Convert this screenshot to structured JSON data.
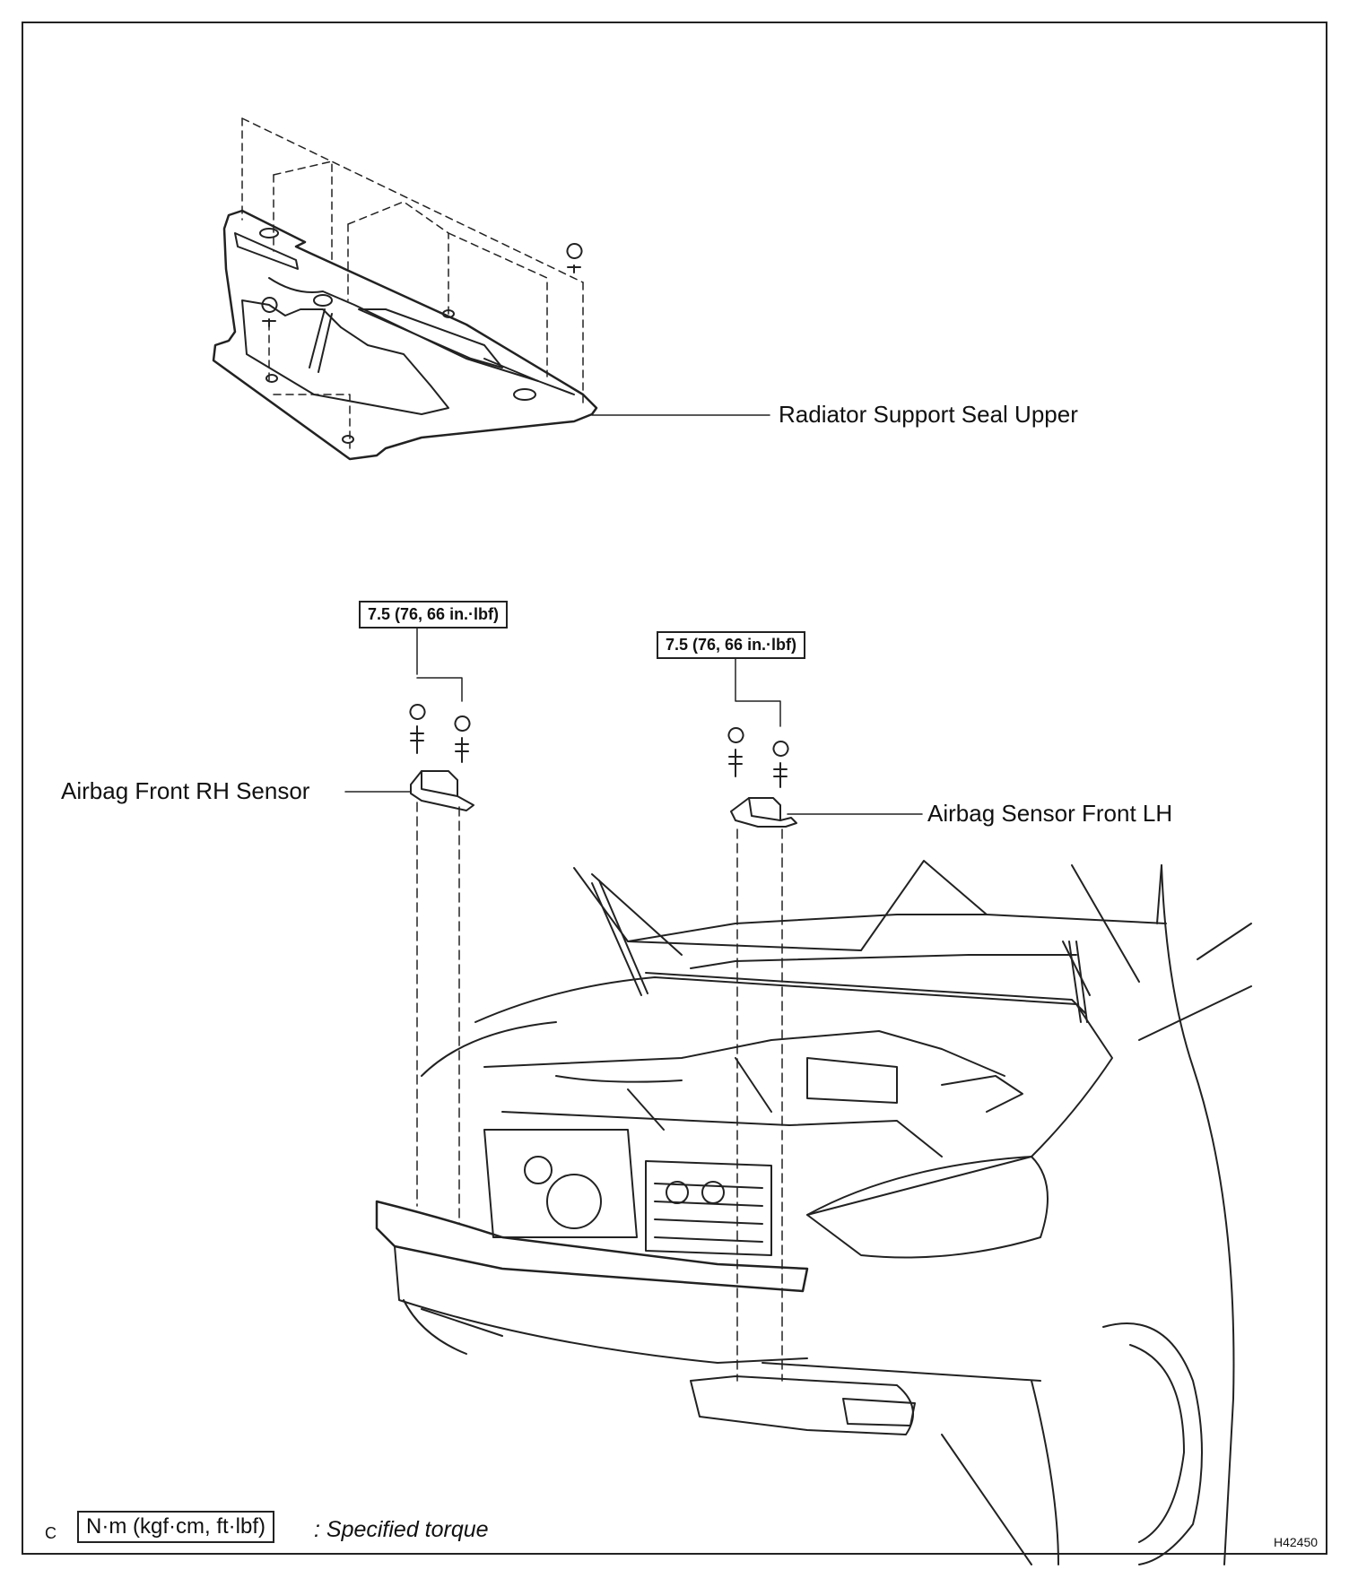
{
  "labels": {
    "radiator_seal": "Radiator Support Seal Upper",
    "sensor_rh": "Airbag Front RH Sensor",
    "sensor_lh": "Airbag Sensor Front LH"
  },
  "torque": {
    "rh": "7.5 (76, 66 in.·lbf)",
    "lh": "7.5 (76, 66 in.·lbf)"
  },
  "legend": {
    "prefix": "C",
    "unit_box": "N·m (kgf·cm, ft·lbf)",
    "text": ": Specified torque"
  },
  "figure_id": "H42450"
}
